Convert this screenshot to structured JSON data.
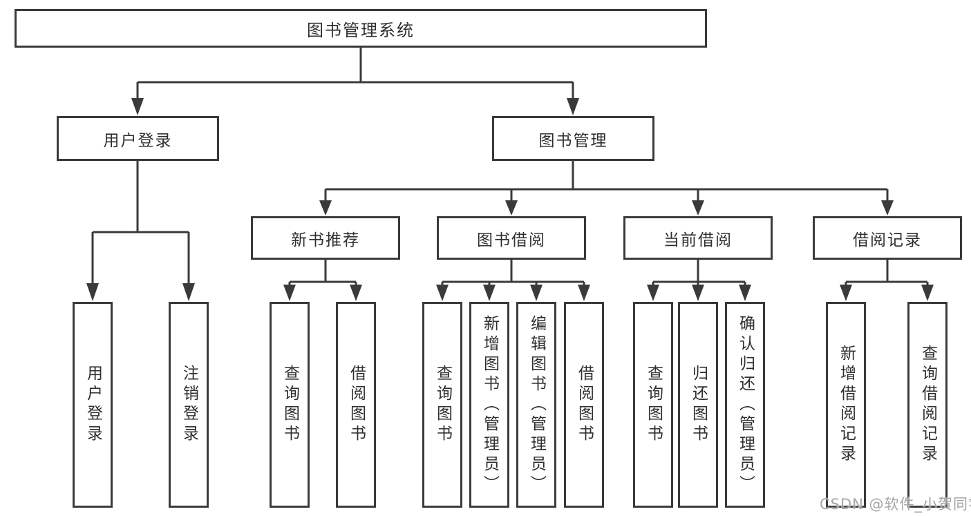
{
  "diagram": {
    "root": {
      "label": "图书管理系统"
    },
    "branches": [
      {
        "label": "用户登录",
        "leaves": [
          {
            "label": "用户登录"
          },
          {
            "label": "注销登录"
          }
        ]
      },
      {
        "label": "图书管理",
        "groups": [
          {
            "label": "新书推荐",
            "leaves": [
              {
                "label": "查询图书"
              },
              {
                "label": "借阅图书"
              }
            ]
          },
          {
            "label": "图书借阅",
            "leaves": [
              {
                "label": "查询图书"
              },
              {
                "label": "新增图书（管理员）"
              },
              {
                "label": "编辑图书（管理员）"
              },
              {
                "label": "借阅图书"
              }
            ]
          },
          {
            "label": "当前借阅",
            "leaves": [
              {
                "label": "查询图书"
              },
              {
                "label": "归还图书"
              },
              {
                "label": "确认归还（管理员）"
              }
            ]
          },
          {
            "label": "借阅记录",
            "leaves": [
              {
                "label": "新增借阅记录"
              },
              {
                "label": "查询借阅记录"
              }
            ]
          }
        ]
      }
    ]
  },
  "watermark": {
    "text": "CSDN @软件_小贺同学"
  },
  "colors": {
    "line": "#3a3a3a",
    "box_border": "#3a3a3a",
    "text": "#2f2f2f",
    "background": "#ffffff",
    "watermark": "#a5a5a5"
  }
}
